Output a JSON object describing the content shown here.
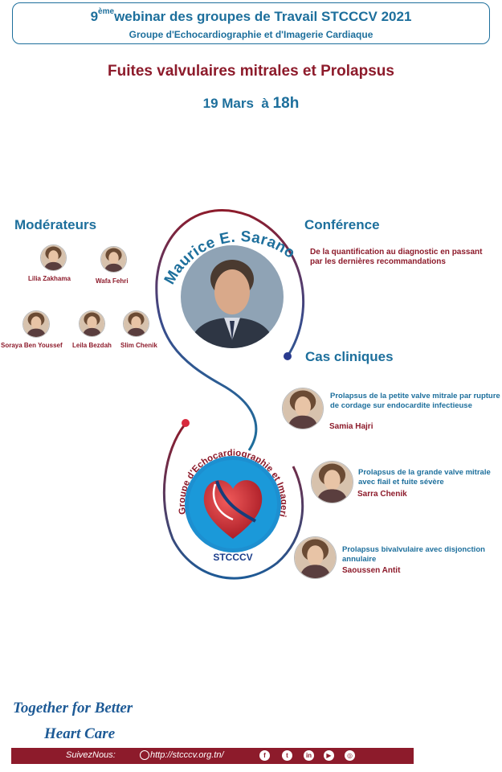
{
  "header": {
    "edition_num": "9",
    "edition_sup": "ème",
    "line1": "webinar des groupes de Travail STCCCV 2021",
    "line2": "Groupe d'Echocardiographie et d'Imagerie Cardiaque"
  },
  "title": "Fuites valvulaires mitrales et Prolapsus",
  "date": {
    "day": "19 Mars",
    "at": "à",
    "hour": "18h"
  },
  "moderators": {
    "heading": "Modérateurs",
    "people": [
      "Lilia Zakhama",
      "Wafa Fehri",
      "Soraya Ben Youssef",
      "Leila Bezdah",
      "Slim Chenik"
    ]
  },
  "speaker": {
    "name": "Maurice E. Sarano"
  },
  "conference": {
    "heading": "Conférence",
    "text": "De la quantification au diagnostic en passant par les dernières recommandations"
  },
  "cases": {
    "heading": "Cas cliniques",
    "items": [
      {
        "text": "Prolapsus de la petite valve mitrale par rupture de cordage sur endocardite infectieuse",
        "presenter": "Samia Hajri"
      },
      {
        "text": "Prolapsus de la grande valve mitrale avec flail et fuite sévère",
        "presenter": "Sarra Chenik"
      },
      {
        "text": "Prolapsus bivalvulaire avec disjonction annulaire",
        "presenter": "Saoussen Antit"
      }
    ]
  },
  "logo": {
    "ring_text": "Groupe d'Echocardiographie et Imagerie Cardiaque",
    "acronym": "STCCCV"
  },
  "slogan": {
    "line1": "Together for Better",
    "line2": "Heart Care"
  },
  "footer": {
    "follow_label": "SuivezNous:",
    "url": "http://stcccv.org.tn/",
    "social_icons": [
      "facebook-icon",
      "twitter-icon",
      "linkedin-icon",
      "youtube-icon",
      "instagram-icon"
    ]
  },
  "colors": {
    "brand_blue": "#1d6f9c",
    "brand_red": "#8d1b2b"
  }
}
